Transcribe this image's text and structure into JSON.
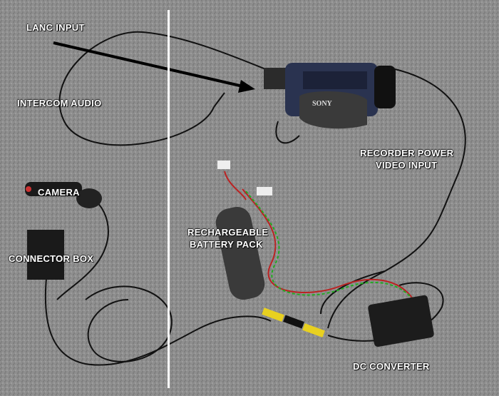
{
  "labels": {
    "lanc_input": "LANC INPUT",
    "intercom_audio": "INTERCOM AUDIO",
    "camera": "CAMERA",
    "connector_box": "CONNECTOR BOX",
    "recorder_power": "RECORDER POWER",
    "video_input": "VIDEO INPUT",
    "rechargeable": "RECHARGEABLE",
    "battery_pack": "BATTERY PACK",
    "dc_converter": "DC CONVERTER"
  },
  "logos": {
    "camcorder_brand": "SONY"
  },
  "colors": {
    "background": "#8c8c8c",
    "label": "#ffffff",
    "divider": "#ffffff",
    "camcorder": "#2a3350",
    "battery": "#3a3a3a",
    "rca_yellow": "#e8d020"
  }
}
